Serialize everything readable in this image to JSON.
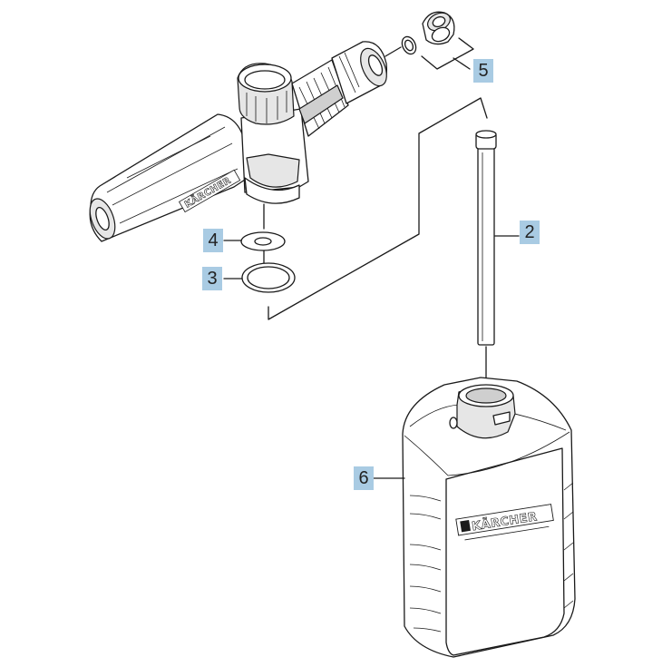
{
  "callouts": [
    {
      "id": "callout-1",
      "label": "5"
    },
    {
      "id": "callout-2",
      "label": "2"
    },
    {
      "id": "callout-3",
      "label": "4"
    },
    {
      "id": "callout-4",
      "label": "3"
    },
    {
      "id": "callout-5",
      "label": "6"
    }
  ],
  "brand": {
    "nozzle_logo": "KÄRCHER",
    "tank_logo": "KÄRCHER"
  },
  "colors": {
    "callout_bg": "#a9cbe3",
    "line": "#1a1a1a",
    "part_shade": "#e6e6e6"
  }
}
